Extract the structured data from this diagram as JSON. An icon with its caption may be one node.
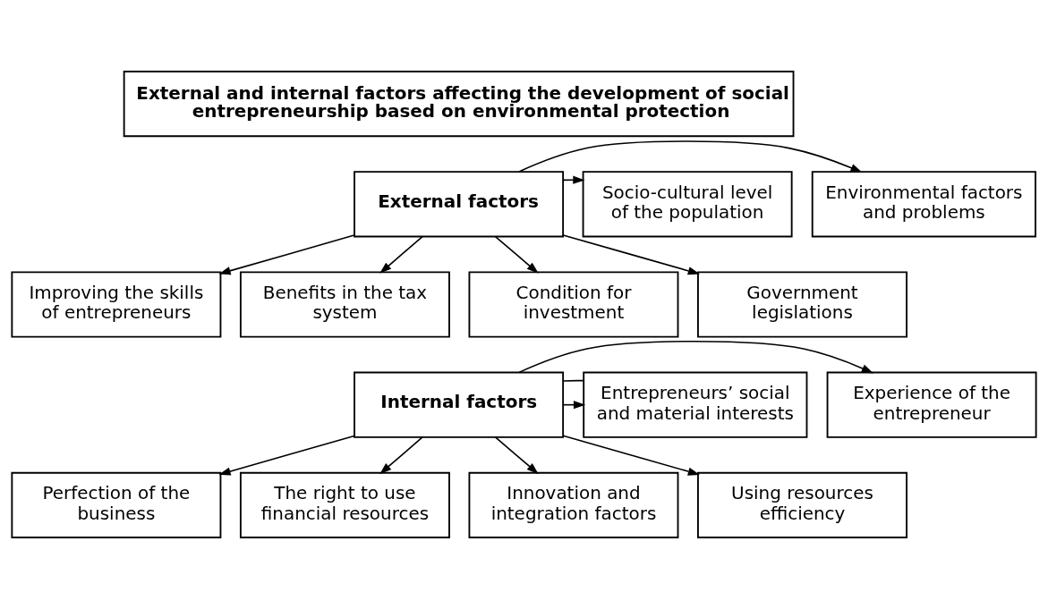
{
  "diagram": {
    "nodes": [
      {
        "text": [
          "External and internal factors affecting the development of social entrepreneurship based on environmental protection"
        ]
      },
      {
        "text": [
          "External factors"
        ]
      },
      {
        "text": [
          "Environmental factors and problems"
        ]
      },
      {
        "text": [
          "Socio-cultural level of the population"
        ]
      },
      {
        "text": [
          "Improving the skills of entrepreneurs"
        ]
      },
      {
        "text": [
          "Benefits in the tax system"
        ]
      },
      {
        "text": [
          "Condition for investment"
        ]
      },
      {
        "text": [
          "Government legislations"
        ]
      },
      {
        "text": [
          "Internal factors"
        ]
      },
      {
        "text": [
          "Experience of the entrepreneur"
        ]
      },
      {
        "text": [
          "Entrepreneurs’ social and material interests"
        ]
      },
      {
        "text": [
          "Perfection of the business"
        ]
      },
      {
        "text": [
          "The right to use financial resources"
        ]
      },
      {
        "text": [
          "Innovation and integration factors"
        ]
      },
      {
        "text": [
          "Using resources efficiency"
        ]
      }
    ],
    "edges": [
      {
        "from": 1,
        "to": 2,
        "arrow": "to"
      },
      {
        "from": 1,
        "to": 3,
        "arrow": "to"
      },
      {
        "from": 1,
        "to": 4,
        "arrow": "to"
      },
      {
        "from": 1,
        "to": 5,
        "arrow": "to"
      },
      {
        "from": 1,
        "to": 6,
        "arrow": "to"
      },
      {
        "from": 1,
        "to": 7,
        "arrow": "to"
      },
      {
        "from": 8,
        "to": 9,
        "arrow": "to"
      },
      {
        "from": 8,
        "to": 10,
        "arrow": "to"
      },
      {
        "from": 8,
        "to": 10,
        "arrow": "none"
      },
      {
        "from": 8,
        "to": 11,
        "arrow": "to"
      },
      {
        "from": 8,
        "to": 12,
        "arrow": "to"
      },
      {
        "from": 8,
        "to": 13,
        "arrow": "to"
      },
      {
        "from": 8,
        "to": 14,
        "arrow": "to"
      }
    ]
  }
}
